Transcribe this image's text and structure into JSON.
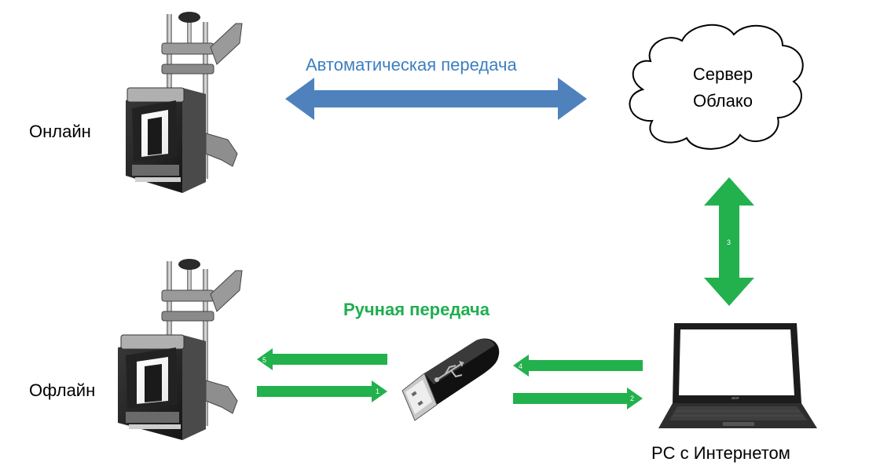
{
  "labels": {
    "online": "Онлайн",
    "offline": "Офлайн",
    "auto_transfer": "Автоматическая передача",
    "manual_transfer": "Ручная передача",
    "cloud_line1": "Сервер",
    "cloud_line2": "Облако",
    "pc": "PC с  Интернетом"
  },
  "steps": {
    "step1": "1",
    "step2": "2",
    "step3": "3",
    "step4": "4",
    "step5": "5"
  },
  "colors": {
    "auto_arrow": "#4f81bd",
    "manual_arrow": "#22b14c",
    "auto_text": "#3d7fc0",
    "manual_text": "#1fae50"
  },
  "icons": [
    "device-icon",
    "cloud-icon",
    "usb-flash-drive-icon",
    "laptop-icon"
  ]
}
